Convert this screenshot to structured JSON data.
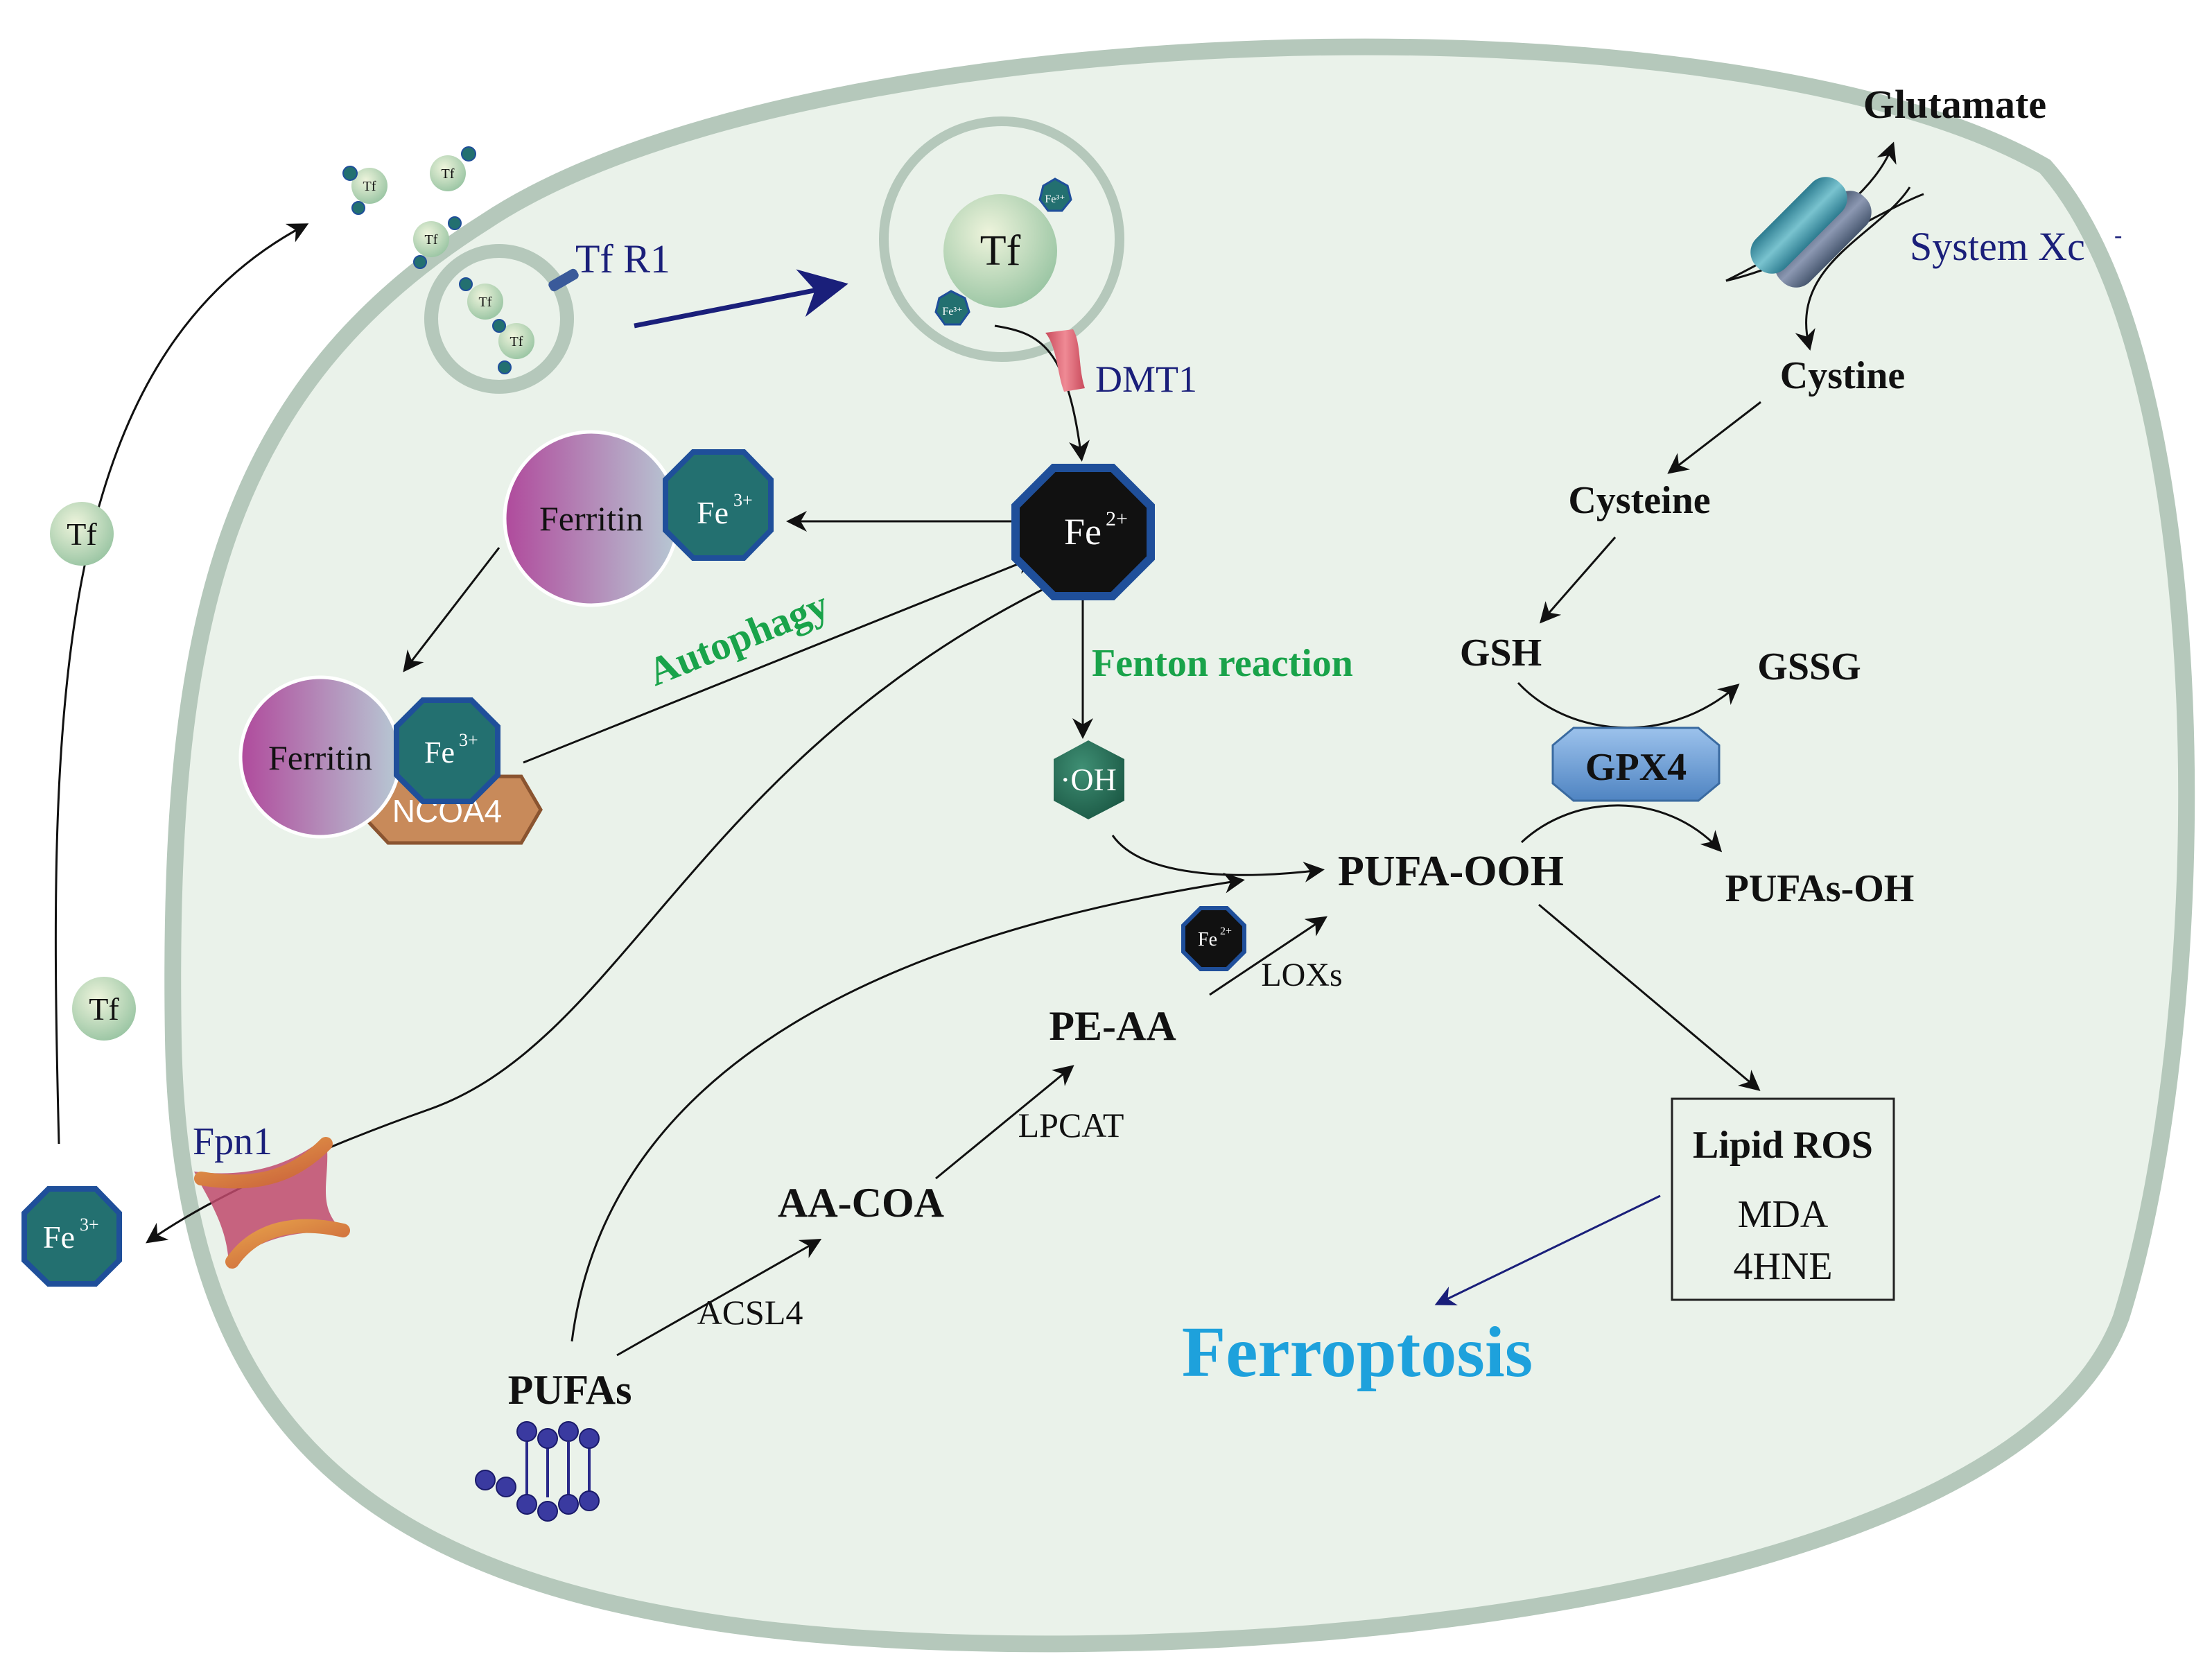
{
  "colors": {
    "cell_fill": "#eaf2ea",
    "cell_border": "#b5c8bb",
    "fe3_fill": "#237070",
    "fe_border": "#1f4f9a",
    "fe2_fill": "#111111",
    "ferritin": "#b266a6",
    "ncoa4": "#c88a5a",
    "gpx4": "#6a9bd2",
    "ferroptosis": "#1ea1dc",
    "green_label": "#19a34a",
    "navy_label": "#1a1f7a",
    "dmt1": "#e66a76",
    "system_xc": "#3c8fa2",
    "fpn1": "#d88a3a"
  },
  "labels": {
    "tf": "Tf",
    "fe3_ion": "Fe3+",
    "fe2_ion": "Fe2+",
    "fe_symbol": "Fe",
    "fe3_charge": "3+",
    "fe2_charge": "2+",
    "tfr1": "Tf R1",
    "dmt1": "DMT1",
    "ferritin": "Ferritin",
    "ncoa4": "NCOA4",
    "autophagy": "Autophagy",
    "fenton": "Fenton reaction",
    "hydroxyl": "·OH",
    "fpn1": "Fpn1",
    "glutamate": "Glutamate",
    "system_xc": "System Xc",
    "system_xc_charge": "-",
    "cystine": "Cystine",
    "cysteine": "Cysteine",
    "gsh": "GSH",
    "gssg": "GSSG",
    "gpx4": "GPX4",
    "pufa_ooh": "PUFA-OOH",
    "pufas_oh": "PUFAs-OH",
    "loxs": "LOXs",
    "pe_aa": "PE-AA",
    "lpcat": "LPCAT",
    "aa_coa": "AA-COA",
    "acsl4": "ACSL4",
    "pufas": "PUFAs",
    "lipid_ros": "Lipid ROS",
    "mda": "MDA",
    "hne": "4HNE",
    "ferroptosis": "Ferroptosis"
  }
}
